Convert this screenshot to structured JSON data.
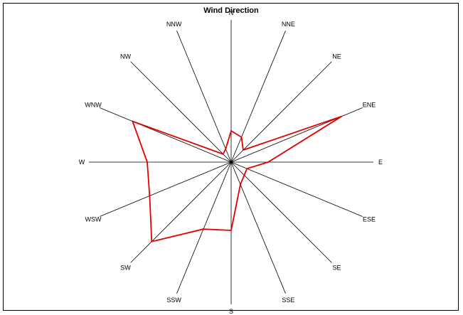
{
  "chart_data": {
    "type": "radar",
    "title": "Wind Direction",
    "categories": [
      "N",
      "NNE",
      "NE",
      "ENE",
      "E",
      "ESE",
      "SE",
      "SSE",
      "S",
      "SSW",
      "SW",
      "WSW",
      "W",
      "WNW",
      "NW",
      "NNW"
    ],
    "series": [
      {
        "values": [
          22,
          19,
          12,
          84,
          26,
          12,
          13,
          17,
          48,
          51,
          79,
          62,
          59,
          75,
          8,
          10
        ],
        "color": "#e00000"
      }
    ],
    "rlim": [
      0,
      100
    ],
    "grid": false,
    "legend": "none",
    "axis_color": "#000000"
  }
}
